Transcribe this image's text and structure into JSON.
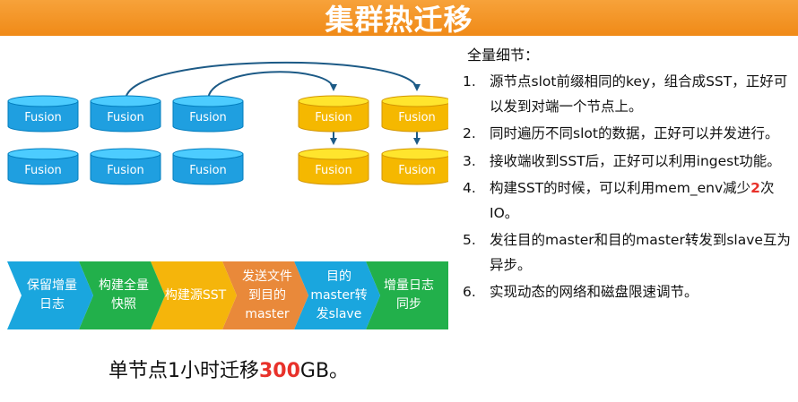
{
  "header": {
    "title": "集群热迁移"
  },
  "diagram": {
    "node_label": "Fusion",
    "colors": {
      "source": "#1f9fe0",
      "target": "#f5b800",
      "arrow": "#1c5a86"
    }
  },
  "pipeline": {
    "steps": [
      {
        "label": "保留增量\n日志",
        "color": "#1aa6de"
      },
      {
        "label": "构建全量\n快照",
        "color": "#22b04b"
      },
      {
        "label": "构建源SST",
        "color": "#f5b50b"
      },
      {
        "label": "发送文件\n到目的\nmaster",
        "color": "#e9893a"
      },
      {
        "label": "目的\nmaster转\n发slave",
        "color": "#1aa6de"
      },
      {
        "label": "增量日志\n同步",
        "color": "#22b04b"
      }
    ]
  },
  "footer": {
    "prefix": "单节点1小时迁移",
    "highlight": "300",
    "suffix": "GB。"
  },
  "details": {
    "title": "全量细节：",
    "items": [
      {
        "num": "1.",
        "text": "源节点slot前缀相同的key，组合成SST，正好可以发到对端一个节点上。"
      },
      {
        "num": "2.",
        "text": "同时遍历不同slot的数据，正好可以并发进行。"
      },
      {
        "num": "3.",
        "text": "接收端收到SST后，正好可以利用ingest功能。"
      },
      {
        "num": "4.",
        "text_before": "构建SST的时候，可以利用mem_env减少",
        "highlight": "2",
        "text_after": "次IO。"
      },
      {
        "num": "5.",
        "text": "发往目的master和目的master转发到slave互为异步。"
      },
      {
        "num": "6.",
        "text": "实现动态的网络和磁盘限速调节。"
      }
    ]
  }
}
